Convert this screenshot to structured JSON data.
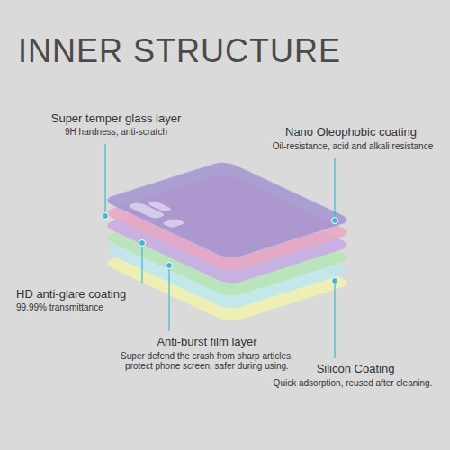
{
  "diagram": {
    "title": "INNER STRUCTURE",
    "labels": [
      "Super temper glass layer",
      "9H hardness, anti-scratch",
      "Nano Oleophobic coating",
      "Oil-resistance, acid and alkali resistance",
      "HD anti-glare coating",
      "99.99% transmittance",
      "Anti-burst film layer",
      "Super defend the crash from sharp articles, protect phone screen, safer during using.",
      "Silicon Coating",
      "Quick adsorption, reused after cleaning."
    ]
  }
}
